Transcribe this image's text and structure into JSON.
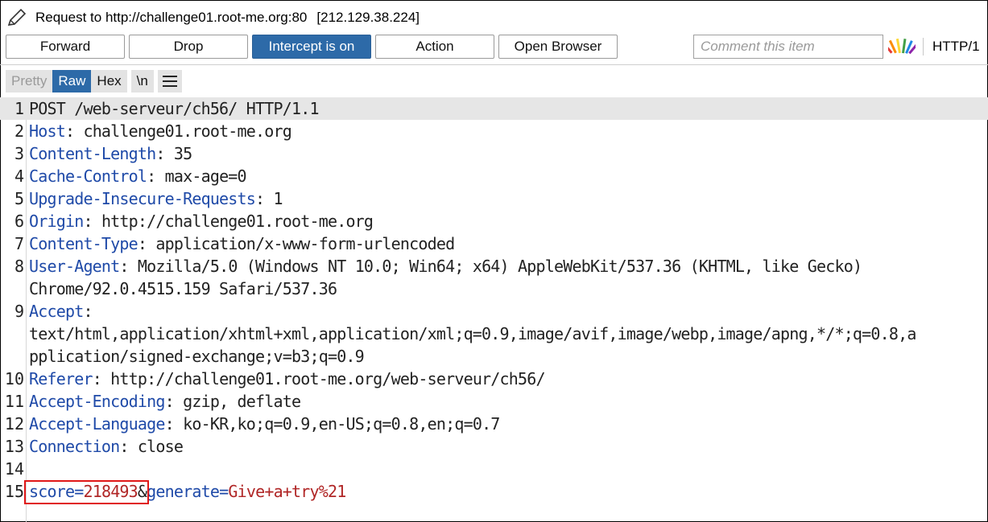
{
  "header": {
    "title": "Request to http://challenge01.root-me.org:80",
    "ip": "[212.129.38.224]"
  },
  "toolbar": {
    "forward": "Forward",
    "drop": "Drop",
    "intercept": "Intercept is on",
    "action": "Action",
    "open_browser": "Open Browser",
    "comment_placeholder": "Comment this item",
    "http_version": "HTTP/1"
  },
  "tabs": {
    "pretty": "Pretty",
    "raw": "Raw",
    "hex": "Hex",
    "newline": "\\n"
  },
  "request": {
    "lines": [
      {
        "n": "1",
        "key": "",
        "sep": "",
        "value": "POST /web-serveur/ch56/ HTTP/1.1"
      },
      {
        "n": "2",
        "key": "Host",
        "sep": ": ",
        "value": "challenge01.root-me.org"
      },
      {
        "n": "3",
        "key": "Content-Length",
        "sep": ": ",
        "value": "35"
      },
      {
        "n": "4",
        "key": "Cache-Control",
        "sep": ": ",
        "value": "max-age=0"
      },
      {
        "n": "5",
        "key": "Upgrade-Insecure-Requests",
        "sep": ": ",
        "value": "1"
      },
      {
        "n": "6",
        "key": "Origin",
        "sep": ": ",
        "value": "http://challenge01.root-me.org"
      },
      {
        "n": "7",
        "key": "Content-Type",
        "sep": ": ",
        "value": "application/x-www-form-urlencoded"
      },
      {
        "n": "8",
        "key": "User-Agent",
        "sep": ": ",
        "value": "Mozilla/5.0 (Windows NT 10.0; Win64; x64) AppleWebKit/537.36 (KHTML, like Gecko)"
      },
      {
        "n": "",
        "key": "",
        "sep": "",
        "value": "Chrome/92.0.4515.159 Safari/537.36"
      },
      {
        "n": "9",
        "key": "Accept",
        "sep": ":",
        "value": ""
      },
      {
        "n": "",
        "key": "",
        "sep": "",
        "value": "text/html,application/xhtml+xml,application/xml;q=0.9,image/avif,image/webp,image/apng,*/*;q=0.8,a"
      },
      {
        "n": "",
        "key": "",
        "sep": "",
        "value": "pplication/signed-exchange;v=b3;q=0.9"
      },
      {
        "n": "10",
        "key": "Referer",
        "sep": ": ",
        "value": "http://challenge01.root-me.org/web-serveur/ch56/"
      },
      {
        "n": "11",
        "key": "Accept-Encoding",
        "sep": ": ",
        "value": "gzip, deflate"
      },
      {
        "n": "12",
        "key": "Accept-Language",
        "sep": ": ",
        "value": "ko-KR,ko;q=0.9,en-US;q=0.8,en;q=0.7"
      },
      {
        "n": "13",
        "key": "Connection",
        "sep": ": ",
        "value": "close"
      },
      {
        "n": "14",
        "key": "",
        "sep": "",
        "value": ""
      }
    ],
    "body_line_number": "15",
    "body_params": [
      {
        "name": "score",
        "value": "218493"
      },
      {
        "name": "generate",
        "value": "Give+a+try%21"
      }
    ]
  }
}
